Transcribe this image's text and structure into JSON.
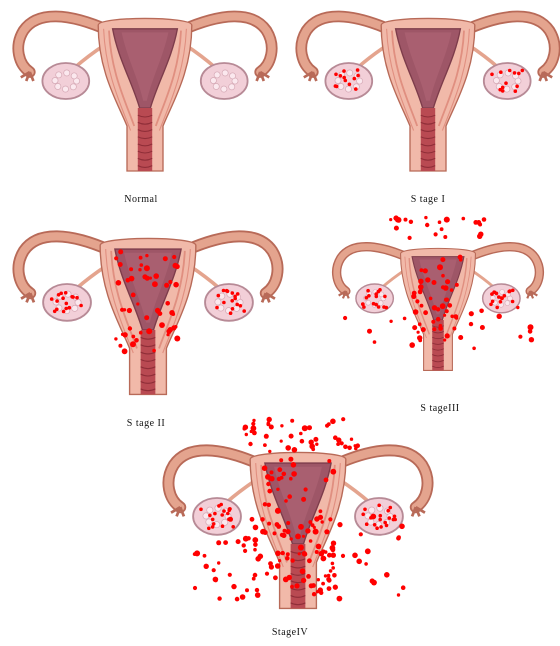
{
  "panels": [
    {
      "id": "normal",
      "label": "Normal"
    },
    {
      "id": "stage1",
      "label": "S tage I"
    },
    {
      "id": "stage2",
      "label": "S tage II"
    },
    {
      "id": "stage3",
      "label": "S tageIII"
    },
    {
      "id": "stage4",
      "label": "StageIV"
    }
  ],
  "colors": {
    "tube": "#e4a48e",
    "tube_dark": "#b86a58",
    "uterus_outer": "#f1b9a9",
    "uterus_stripe": "#e08f80",
    "cavity": "#9e5667",
    "cavity_dark": "#7d3c4b",
    "ovary": "#f2cfd8",
    "ovary_outline": "#b78a96",
    "cervix": "#b94a52",
    "lesion": "#ff0000"
  }
}
